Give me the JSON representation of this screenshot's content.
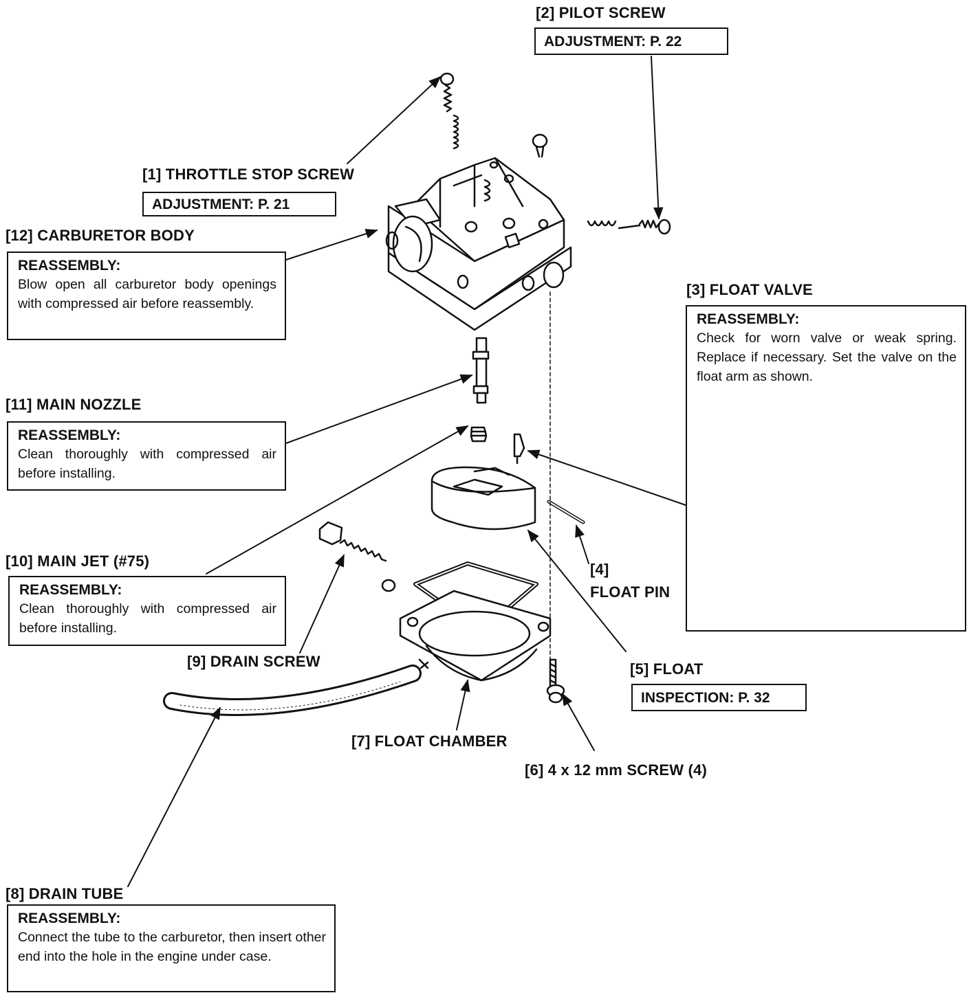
{
  "parts": [
    {
      "id": "throttle_stop_screw",
      "label": "[1]  THROTTLE STOP SCREW",
      "ref": "ADJUSTMENT: P. 21"
    },
    {
      "id": "pilot_screw",
      "label": "[2]  PILOT SCREW",
      "ref": "ADJUSTMENT: P. 22"
    },
    {
      "id": "float_valve",
      "label": "[3]  FLOAT VALVE",
      "note_heading": "REASSEMBLY:",
      "note_text": "Check for worn valve or weak spring. Replace if necessary. Set the valve on the float arm as shown."
    },
    {
      "id": "float_pin",
      "label_num": "[4]",
      "label": "FLOAT PIN"
    },
    {
      "id": "float",
      "label": "[5]  FLOAT",
      "ref": "INSPECTION:  P. 32"
    },
    {
      "id": "screw_4x12",
      "label": "[6]  4 x 12 mm SCREW (4)"
    },
    {
      "id": "float_chamber",
      "label": "[7]  FLOAT CHAMBER"
    },
    {
      "id": "drain_tube",
      "label": "[8]  DRAIN TUBE",
      "note_heading": "REASSEMBLY:",
      "note_text": "Connect the tube to the carburetor, then insert other end into the hole in the engine under case."
    },
    {
      "id": "drain_screw",
      "label": "[9]  DRAIN SCREW"
    },
    {
      "id": "main_jet",
      "label": "[10]  MAIN JET (#75)",
      "note_heading": "REASSEMBLY:",
      "note_text": "Clean thoroughly with compressed air before installing."
    },
    {
      "id": "main_nozzle",
      "label": "[11]  MAIN NOZZLE",
      "note_heading": "REASSEMBLY:",
      "note_text": "Clean thoroughly with compressed air before installing."
    },
    {
      "id": "carburetor_body",
      "label": "[12]  CARBURETOR BODY",
      "note_heading": "REASSEMBLY:",
      "note_text": "Blow open all carburetor body openings with compressed air before reassembly."
    }
  ]
}
